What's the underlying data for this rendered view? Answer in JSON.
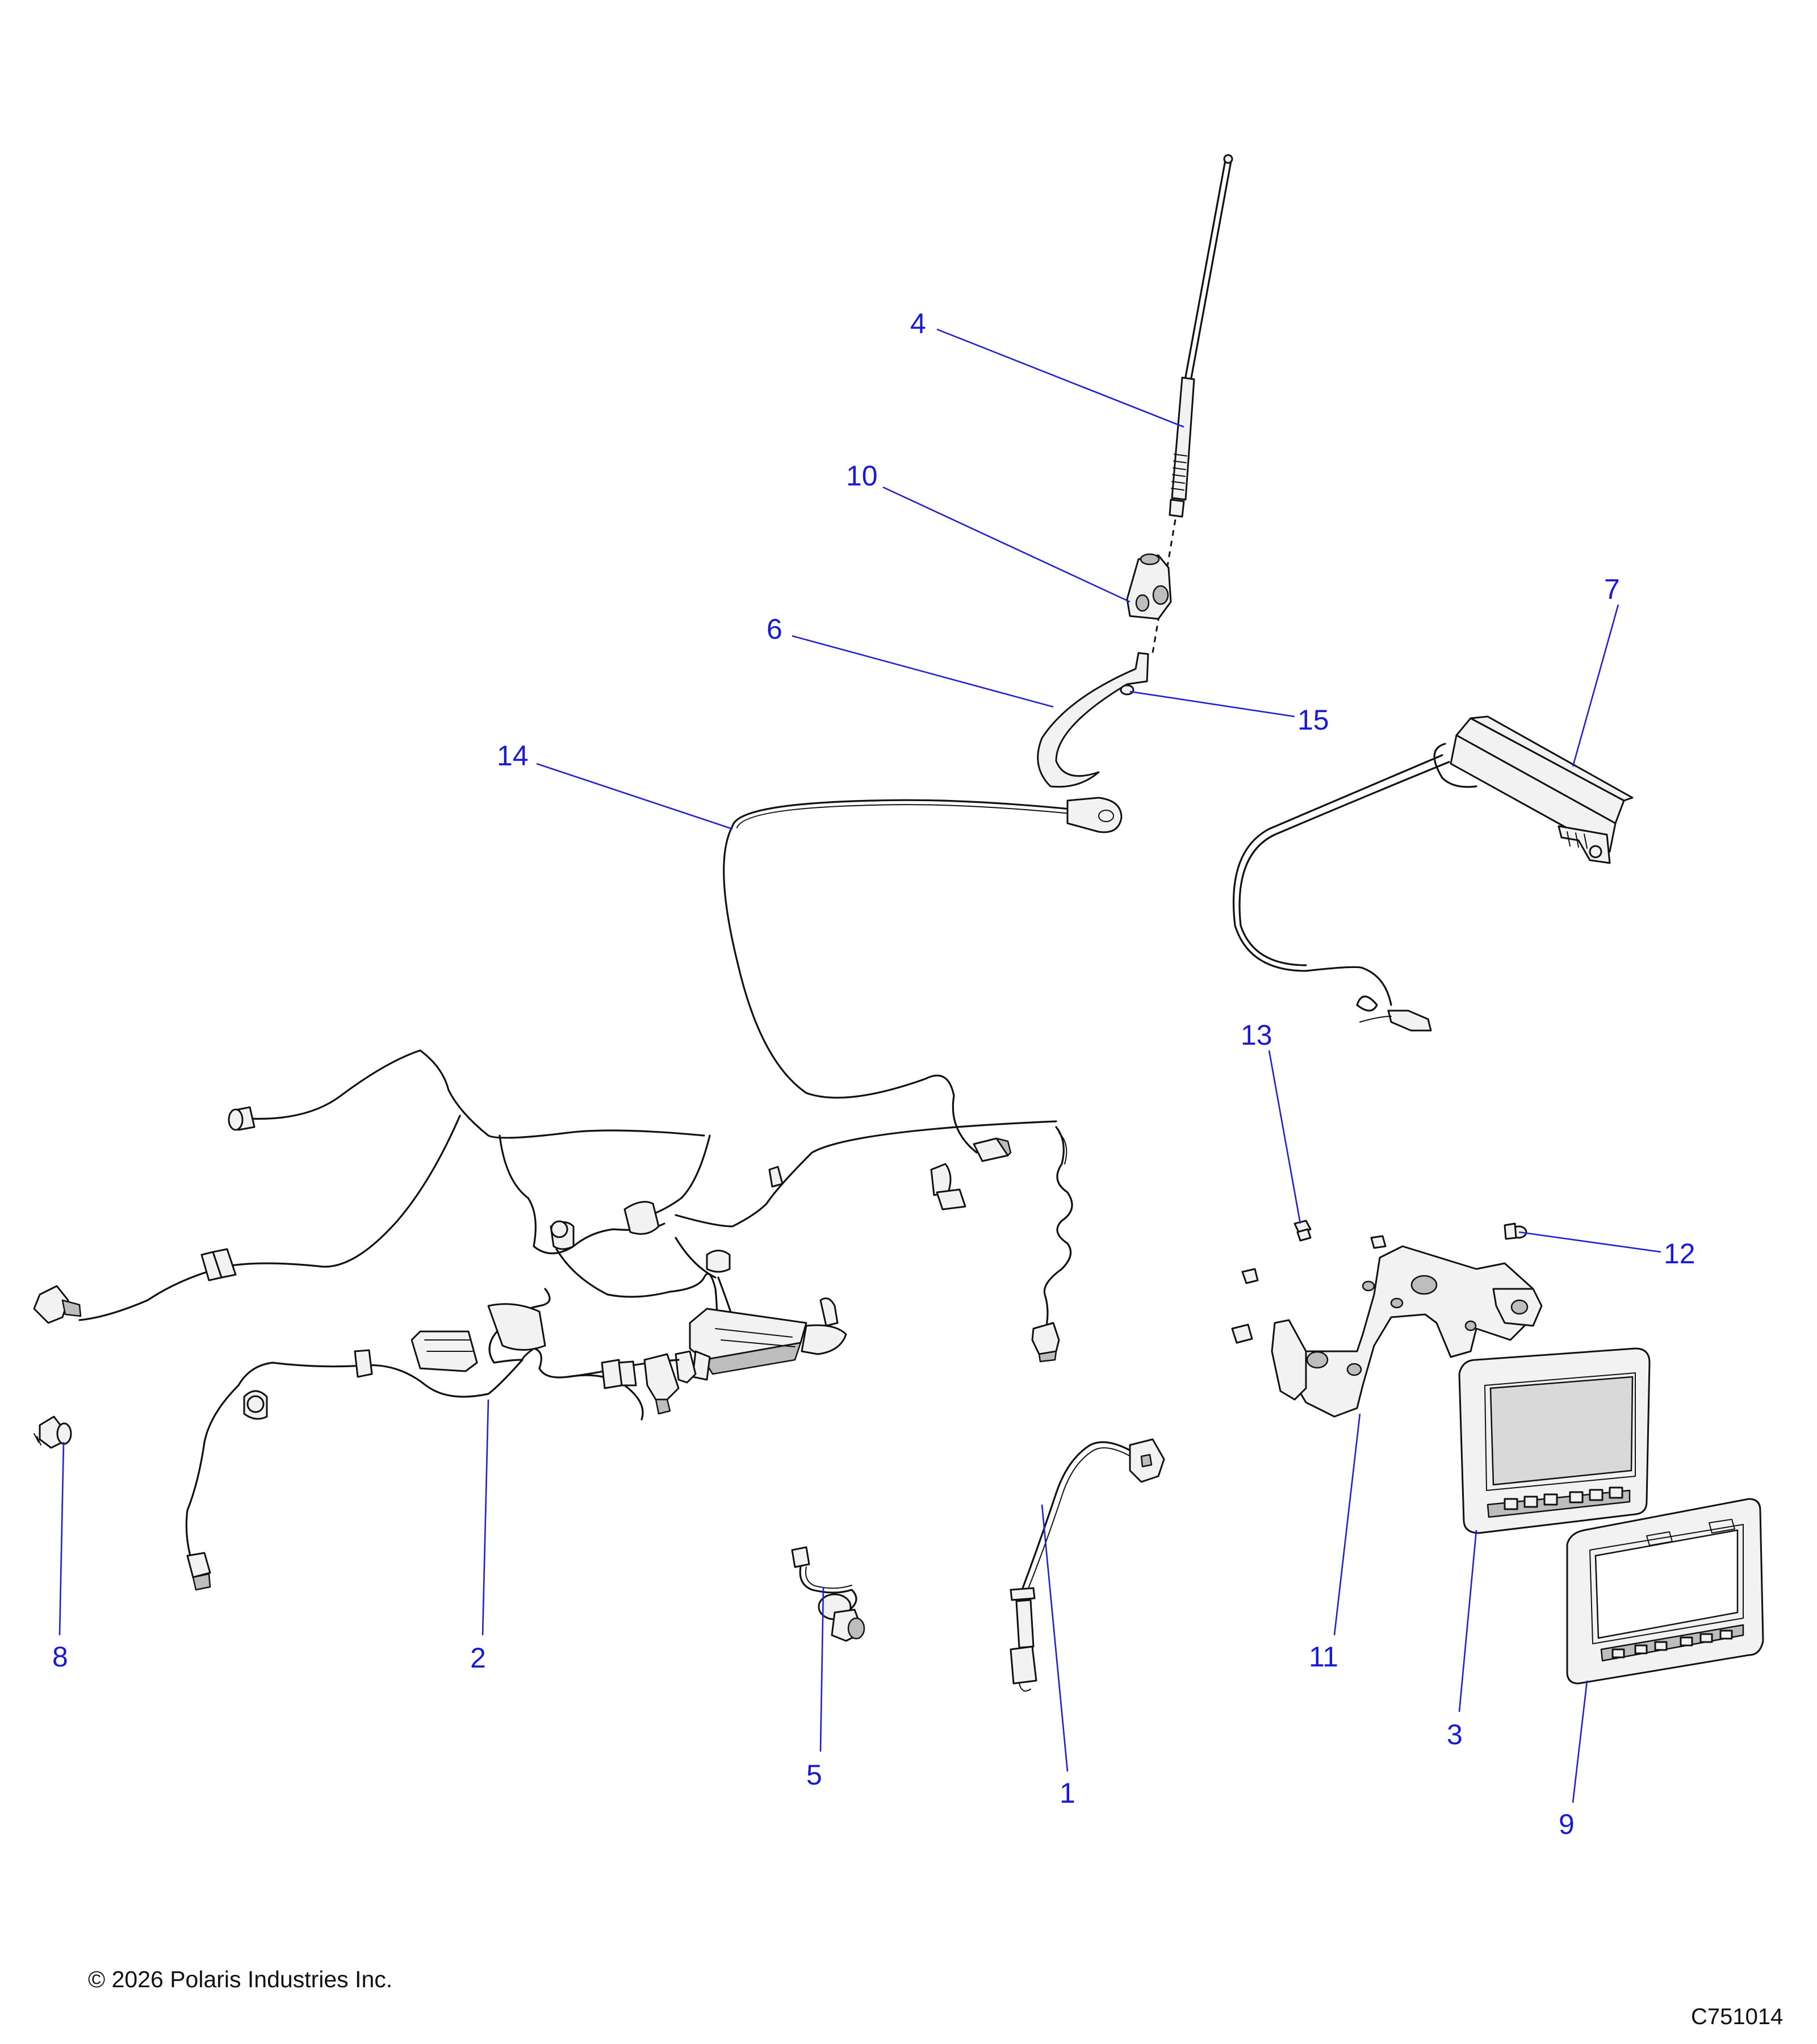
{
  "callouts": [
    {
      "id": "1",
      "label": "1"
    },
    {
      "id": "2",
      "label": "2"
    },
    {
      "id": "3",
      "label": "3"
    },
    {
      "id": "4",
      "label": "4"
    },
    {
      "id": "5",
      "label": "5"
    },
    {
      "id": "6",
      "label": "6"
    },
    {
      "id": "7",
      "label": "7"
    },
    {
      "id": "8",
      "label": "8"
    },
    {
      "id": "9",
      "label": "9"
    },
    {
      "id": "10",
      "label": "10"
    },
    {
      "id": "11",
      "label": "11"
    },
    {
      "id": "12",
      "label": "12"
    },
    {
      "id": "13",
      "label": "13"
    },
    {
      "id": "14",
      "label": "14"
    },
    {
      "id": "15",
      "label": "15"
    }
  ],
  "footer": {
    "copyright": "© 2026 Polaris Industries Inc.",
    "diagram_code": "C751014"
  },
  "colors": {
    "callout": "#1a1ad6",
    "line_art": "#111111",
    "background": "#ffffff"
  }
}
